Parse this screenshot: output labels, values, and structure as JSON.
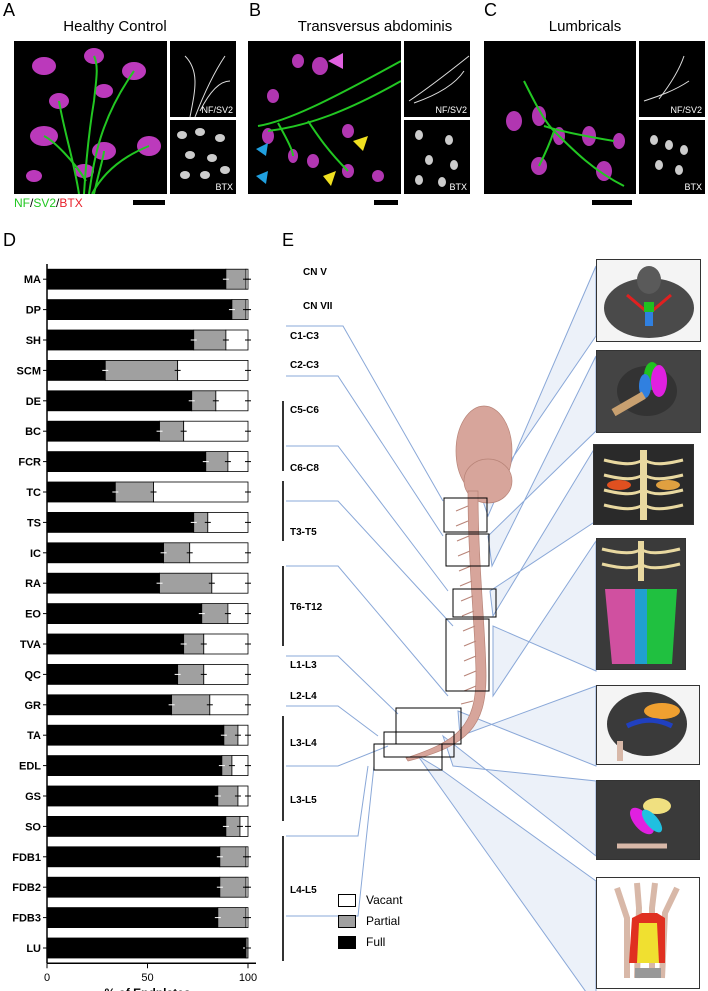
{
  "panels": {
    "A": {
      "letter": "A",
      "title": "Healthy Control",
      "sub_top": "NF/SV2",
      "sub_bottom": "BTX"
    },
    "B": {
      "letter": "B",
      "title": "Transversus abdominis",
      "sub_top": "NF/SV2",
      "sub_bottom": "BTX"
    },
    "C": {
      "letter": "C",
      "title": "Lumbricals",
      "sub_top": "NF/SV2",
      "sub_bottom": "BTX"
    },
    "D": {
      "letter": "D"
    },
    "E": {
      "letter": "E"
    }
  },
  "stain_legend": {
    "nf": "NF",
    "sep1": "/",
    "sv2": "SV2",
    "sep2": "/",
    "btx": "BTX"
  },
  "colors": {
    "nf": "#22c722",
    "sv2": "#22c722",
    "btx": "#e8202a",
    "magenta": "#e040e0",
    "full": "#000000",
    "partial": "#a0a0a0",
    "vacant": "#ffffff",
    "lines": "#8aa8d8",
    "spine": "#d7a59b"
  },
  "chart_data": {
    "type": "bar",
    "orientation": "horizontal",
    "stacked": true,
    "xlabel": "% of Endplates",
    "xlim": [
      0,
      100
    ],
    "xticks": [
      "0",
      "50",
      "100"
    ],
    "categories": [
      "MA",
      "DP",
      "SH",
      "SCM",
      "DE",
      "BC",
      "FCR",
      "TC",
      "TS",
      "IC",
      "RA",
      "EO",
      "TVA",
      "QC",
      "GR",
      "TA",
      "EDL",
      "GS",
      "SO",
      "FDB1",
      "FDB2",
      "FDB3",
      "LU"
    ],
    "series": [
      {
        "name": "Full",
        "values": [
          89,
          92,
          73,
          29,
          72,
          56,
          79,
          34,
          73,
          58,
          56,
          77,
          68,
          65,
          62,
          88,
          87,
          85,
          89,
          86,
          86,
          85,
          99
        ]
      },
      {
        "name": "Partial",
        "values": [
          10,
          7,
          16,
          36,
          12,
          12,
          11,
          19,
          7,
          13,
          26,
          13,
          10,
          13,
          19,
          7,
          5,
          10,
          7,
          13,
          13,
          14,
          1
        ]
      },
      {
        "name": "Vacant",
        "values": [
          1,
          1,
          11,
          35,
          16,
          32,
          10,
          47,
          20,
          29,
          18,
          10,
          22,
          22,
          19,
          5,
          8,
          5,
          4,
          1,
          1,
          1,
          0
        ]
      }
    ],
    "legend": [
      "Vacant",
      "Partial",
      "Full"
    ],
    "legend_position": "bottom-right"
  },
  "diagram_e": {
    "labels": [
      "CN V",
      "CN VII",
      "C1-C3",
      "C2-C3",
      "C5-C6",
      "C6-C8",
      "T3-T5",
      "T6-T12",
      "L1-L3",
      "L2-L4",
      "L3-L4",
      "L3-L5",
      "L4-L5"
    ]
  }
}
